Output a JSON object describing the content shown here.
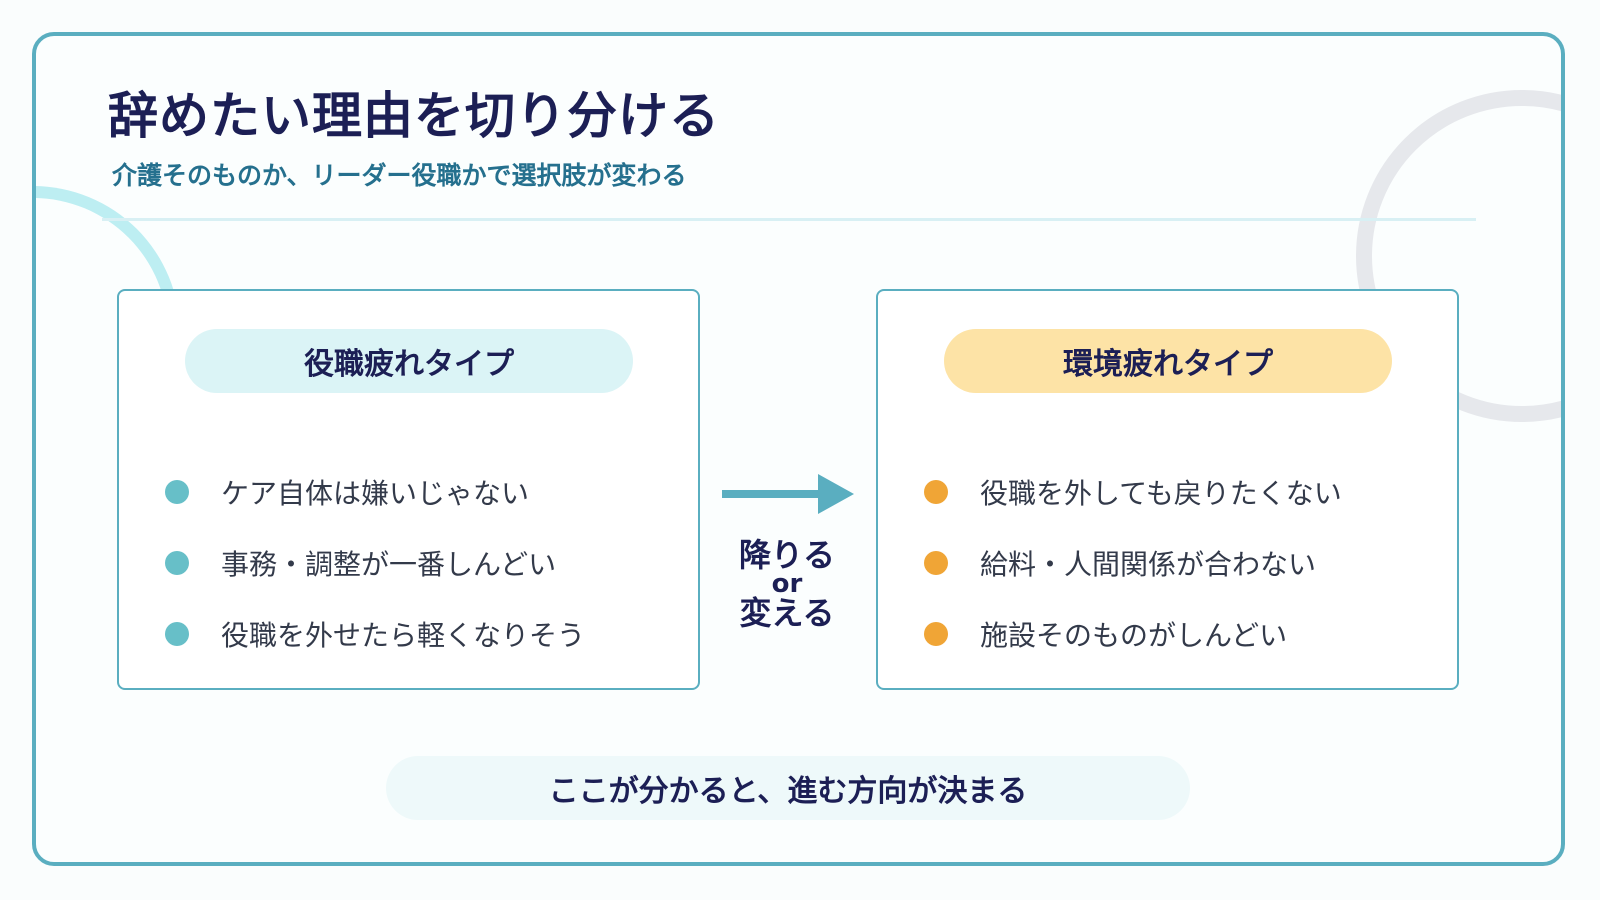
{
  "header": {
    "title": "辞めたい理由を切り分ける",
    "subtitle": "介護そのものか、リーダー役職かで選択肢が変わる"
  },
  "left_card": {
    "label": "役職疲れタイプ",
    "items": [
      "ケア自体は嫌いじゃない",
      "事務・調整が一番しんどい",
      "役職を外せたら軽くなりそう"
    ]
  },
  "right_card": {
    "label": "環境疲れタイプ",
    "items": [
      "役職を外しても戻りたくない",
      "給料・人間関係が合わない",
      "施設そのものがしんどい"
    ]
  },
  "connector": {
    "top": "降りる",
    "middle": "or",
    "bottom": "変える"
  },
  "footer": {
    "text": "ここが分かると、進む方向が決まる"
  },
  "colors": {
    "frame": "#5aaec0",
    "title": "#1c1f55",
    "subtitle": "#25708e",
    "left_accent": "#67bfc8",
    "right_accent": "#f0a536",
    "left_pill": "#dbf4f6",
    "right_pill": "#fde3a6"
  },
  "icons": {
    "connector": "arrow-right-icon"
  }
}
